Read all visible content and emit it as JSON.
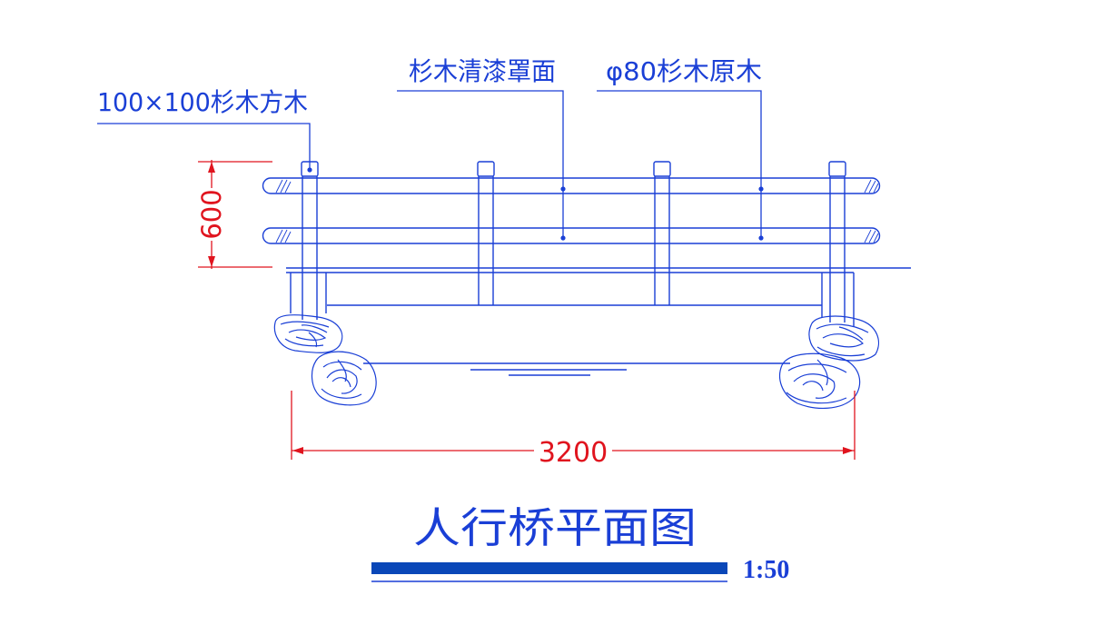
{
  "colors": {
    "linework": "#1a3fd6",
    "dimension": "#e0141e",
    "title_bar": "#0a47b8",
    "background": "#ffffff"
  },
  "labels": {
    "square_timber": "100×100杉木方木",
    "varnish": "杉木清漆罩面",
    "round_log": "φ80杉木原木"
  },
  "dimensions": {
    "height": "600",
    "length": "3200"
  },
  "title": {
    "text": "人行桥平面图",
    "scale": "1:50"
  }
}
